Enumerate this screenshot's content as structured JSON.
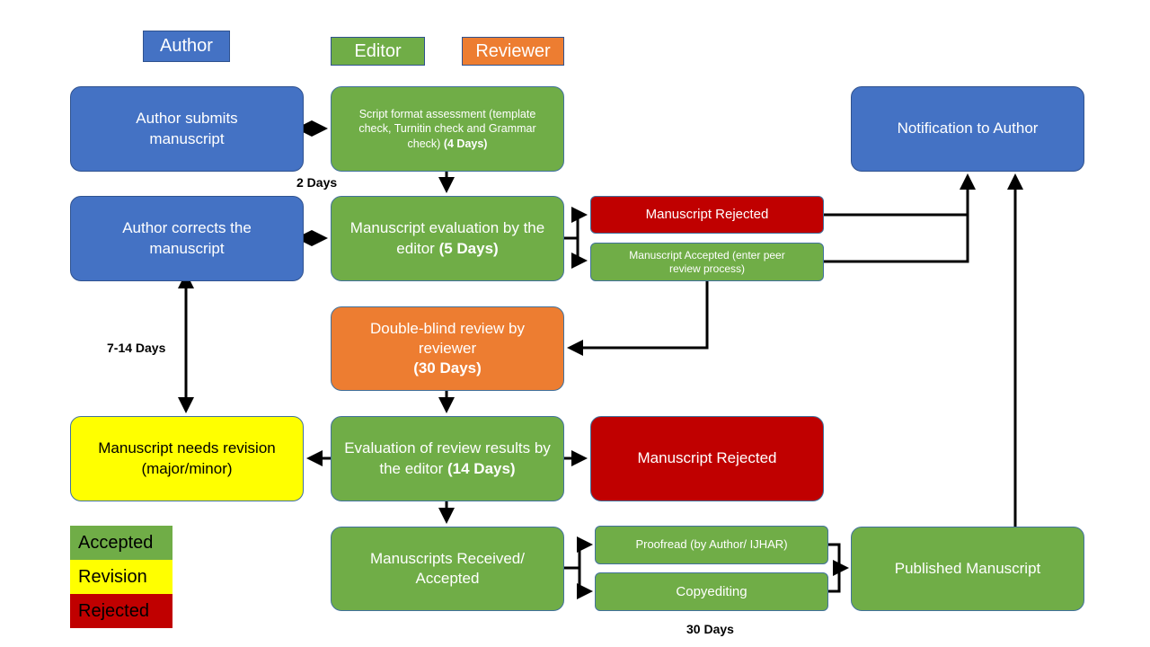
{
  "headers": {
    "author": "Author",
    "editor": "Editor",
    "reviewer": "Reviewer"
  },
  "nodes": {
    "author_submits": "Author submits manuscript",
    "script_format": "Script format assessment (template check, Turnitin check and Grammar check)",
    "script_format_days": "(4 Days)",
    "notification": "Notification to Author",
    "author_corrects": "Author corrects the manuscript",
    "evaluation_editor": "Manuscript evaluation by the editor",
    "evaluation_editor_days": "(5 Days)",
    "rejected_1": "Manuscript Rejected",
    "accepted_peer": "Manuscript Accepted (enter peer review process)",
    "double_blind": "Double-blind review by reviewer",
    "double_blind_days": "(30 Days)",
    "needs_revision": "Manuscript needs revision (major/minor)",
    "eval_review": "Evaluation of review results by the editor",
    "eval_review_days": "(14 Days)",
    "rejected_2": "Manuscript Rejected",
    "received_accepted": "Manuscripts Received/ Accepted",
    "proofread": "Proofread (by Author/ IJHAR)",
    "copyediting": "Copyediting",
    "published": "Published Manuscript"
  },
  "durations": {
    "two_days": "2 Days",
    "seven_fourteen_days": "7-14 Days",
    "thirty_days": "30 Days"
  },
  "legend": [
    {
      "label": "Accepted",
      "color": "#70ad47"
    },
    {
      "label": "Revision",
      "color": "#ffff00"
    },
    {
      "label": "Rejected",
      "color": "#c00000"
    }
  ],
  "colors": {
    "author": "#4472c4",
    "editor": "#70ad47",
    "reviewer": "#ed7d31",
    "rejected": "#c00000",
    "revision": "#ffff00"
  }
}
